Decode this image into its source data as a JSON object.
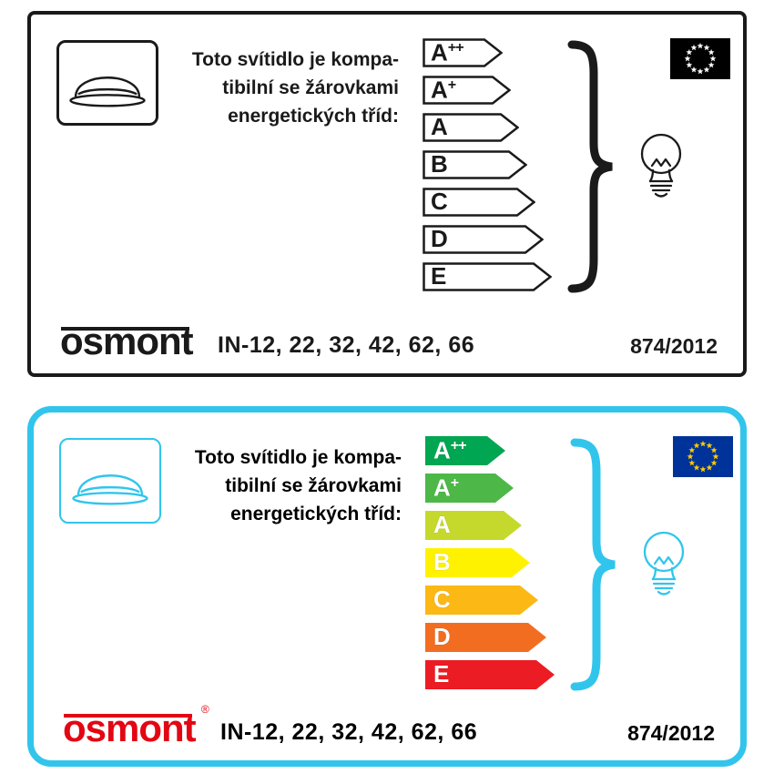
{
  "cards": [
    {
      "name": "monochrome-label",
      "compat_text": [
        "Toto svítidlo je kompa-",
        "tibilní se žárovkami",
        "energetických tříd:"
      ],
      "classes": [
        {
          "base": "A",
          "sup": "++",
          "fill": "#ffffff"
        },
        {
          "base": "A",
          "sup": "+",
          "fill": "#ffffff"
        },
        {
          "base": "A",
          "sup": "",
          "fill": "#ffffff"
        },
        {
          "base": "B",
          "sup": "",
          "fill": "#ffffff"
        },
        {
          "base": "C",
          "sup": "",
          "fill": "#ffffff"
        },
        {
          "base": "D",
          "sup": "",
          "fill": "#ffffff"
        },
        {
          "base": "E",
          "sup": "",
          "fill": "#ffffff"
        }
      ],
      "brand": "osmont",
      "models": "IN-12, 22, 32, 42, 62, 66",
      "regulation": "874/2012",
      "theme": {
        "border": "#1a1a1a",
        "icon": "#1a1a1a",
        "text": "#1a1a1a",
        "arrow_stroke": "#1a1a1a",
        "arrow_letter": "#1a1a1a",
        "brace": "#1a1a1a",
        "bulb": "#1a1a1a",
        "flag_bg": "#000000",
        "flag_star": "#ffffff",
        "brand": "#1a1a1a",
        "footer": "#1a1a1a"
      }
    },
    {
      "name": "color-label",
      "compat_text": [
        "Toto svítidlo je kompa-",
        "tibilní se žárovkami",
        "energetických tříd:"
      ],
      "classes": [
        {
          "base": "A",
          "sup": "++",
          "fill": "#00a651"
        },
        {
          "base": "A",
          "sup": "+",
          "fill": "#4db848"
        },
        {
          "base": "A",
          "sup": "",
          "fill": "#c5d92d"
        },
        {
          "base": "B",
          "sup": "",
          "fill": "#fff200"
        },
        {
          "base": "C",
          "sup": "",
          "fill": "#fcb814"
        },
        {
          "base": "D",
          "sup": "",
          "fill": "#f36d21"
        },
        {
          "base": "E",
          "sup": "",
          "fill": "#ec1c24"
        }
      ],
      "brand": "osmont",
      "reg_mark": "®",
      "models": "IN-12, 22, 32, 42, 62, 66",
      "regulation": "874/2012",
      "theme": {
        "border": "#31c5ec",
        "icon": "#31c5ec",
        "text": "#000000",
        "arrow_stroke": "none",
        "arrow_letter": "#ffffff",
        "brace": "#31c5ec",
        "bulb": "#31c5ec",
        "flag_bg": "#003399",
        "flag_star": "#ffcc00",
        "brand": "#e30613",
        "footer": "#000000"
      }
    }
  ]
}
